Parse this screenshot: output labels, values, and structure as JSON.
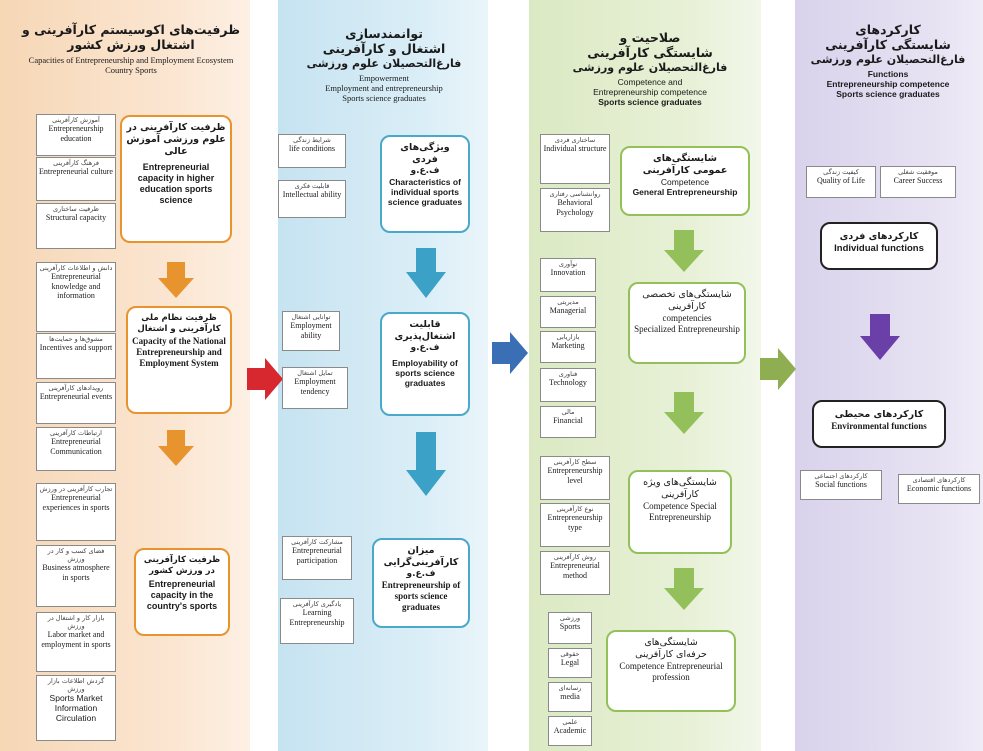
{
  "colors": {
    "orange": "#e8942e",
    "blue": "#4aa9c8",
    "green": "#93c05a",
    "purple": "#6a3fa8",
    "red": "#d7282f",
    "blue_arrow": "#3a6fb5",
    "green_arrow": "#8fae52"
  },
  "col1": {
    "header": {
      "fa": "ظرفیت‌های اکوسیستم کارآفرینی و اشتغال ورزش کشور",
      "en": "Capacities of Entrepreneurship and Employment Ecosystem Country Sports"
    },
    "small": [
      {
        "fa": "آموزش کارآفرینی",
        "en": "Entrepreneurship education"
      },
      {
        "fa": "فرهنگ کارآفرینی",
        "en": "Entrepreneurial culture"
      },
      {
        "fa": "ظرفیت ساختاری",
        "en": "Structural capacity"
      },
      {
        "fa": "دانش و اطلاعات کارآفرینی",
        "en": "Entrepreneurial knowledge and information"
      },
      {
        "fa": "مشوق‌ها و حمایت‌ها",
        "en": "Incentives and support"
      },
      {
        "fa": "رویدادهای کارآفرینی",
        "en": "Entrepreneurial events"
      },
      {
        "fa": "ارتباطات کارآفرینی",
        "en": "Entrepreneurial Communication"
      },
      {
        "fa": "تجارب کارآفرینی در ورزش",
        "en": "Entrepreneurial experiences in sports"
      },
      {
        "fa": "فضای کسب و کار در ورزش",
        "en": "Business atmosphere in sports"
      },
      {
        "fa": "بازار کار و اشتغال در ورزش",
        "en": "Labor market and employment in sports"
      },
      {
        "fa": "گردش اطلاعات بازار ورزش",
        "en": "Sports Market Information Circulation"
      }
    ],
    "big": [
      {
        "fa": "ظرفیت کارآفرینی در علوم ورزشی آموزش عالی",
        "en": "Entrepreneurial capacity in higher education sports science"
      },
      {
        "fa": "ظرفیت نظام ملی کارآفرینی و اشتغال",
        "en": "Capacity of the National Entrepreneurship and Employment System"
      },
      {
        "fa": "ظرفیت کارآفرینی در ورزش کشور",
        "en": "Entrepreneurial capacity in the country's sports"
      }
    ]
  },
  "col2": {
    "header": {
      "fa1": "توانمندسازی",
      "fa2": "اشتغال و کارآفرینی",
      "fa3": "فارغ‌التحصیلان علوم ورزشی",
      "en1": "Empowerment",
      "en2": "Employment and entrepreneurship",
      "en3": "Sports science graduates"
    },
    "small": [
      {
        "fa": "شرایط زندگی",
        "en": "life conditions"
      },
      {
        "fa": "قابلیت فکری",
        "en": "Intellectual ability"
      },
      {
        "fa": "توانایی اشتغال",
        "en": "Employment ability"
      },
      {
        "fa": "تمایل اشتغال",
        "en": "Employment tendency"
      },
      {
        "fa": "مشارکت کارآفرینی",
        "en": "Entrepreneurial participation"
      },
      {
        "fa": "یادگیری کارآفرینی",
        "en": "Learning Entrepreneurship"
      }
    ],
    "big": [
      {
        "fa": "ویژگی‌های فردی",
        "sub": "ف.ع.و",
        "en": "Characteristics of individual sports science graduates"
      },
      {
        "fa": "قابلیت اشتغال‌پذیری",
        "sub": "ف.ع.و",
        "en": "Employability of sports science graduates"
      },
      {
        "fa": "میزان کارآفرینی‌گرایی",
        "sub": "ف.ع.و",
        "en": "Entrepreneurship of sports science graduates"
      }
    ]
  },
  "col3": {
    "header": {
      "fa1": "صلاحیت و",
      "fa2": "شایستگی کارآفرینی",
      "fa3": "فارغ‌التحصیلان علوم ورزشی",
      "en1": "Competence and",
      "en2": "Entrepreneurship competence",
      "en3": "Sports science graduates"
    },
    "small": [
      {
        "fa": "ساختاری فردی",
        "en": "Individual structure"
      },
      {
        "fa": "روانشناسی رفتاری",
        "en": "Behavioral Psychology"
      },
      {
        "fa": "نوآوری",
        "en": "Innovation"
      },
      {
        "fa": "مدیریتی",
        "en": "Managerial"
      },
      {
        "fa": "بازاریابی",
        "en": "Marketing"
      },
      {
        "fa": "فناوری",
        "en": "Technology"
      },
      {
        "fa": "مالی",
        "en": "Financial"
      },
      {
        "fa": "سطح کارآفرینی",
        "en": "Entrepreneurship level"
      },
      {
        "fa": "نوع کارآفرینی",
        "en": "Entrepreneurship type"
      },
      {
        "fa": "روش کارآفرینی",
        "en": "Entrepreneurial method"
      },
      {
        "fa": "ورزشی",
        "en": "Sports"
      },
      {
        "fa": "حقوقی",
        "en": "Legal"
      },
      {
        "fa": "رسانه‌ای",
        "en": "media"
      },
      {
        "fa": "علمی",
        "en": "Academic"
      }
    ],
    "big": [
      {
        "fa": "شایستگی‌های عمومی کارآفرینی",
        "en1": "Competence",
        "en2": "General Entrepreneurship"
      },
      {
        "fa": "شایستگی‌های تخصصی کارآفرینی",
        "en1": "competencies",
        "en2": "Specialized Entrepreneurship"
      },
      {
        "fa": "شایستگی‌های ویژه کارآفرینی",
        "en1": "Competence Special",
        "en2": "Entrepreneurship"
      },
      {
        "fa": "شایستگی‌های حرفه‌ای کارآفرینی",
        "en1": "Competence Entrepreneurial",
        "en2": "profession"
      }
    ]
  },
  "col4": {
    "header": {
      "fa1": "کارکردهای",
      "fa2": "شایستگی کارآفرینی",
      "fa3": "فارغ‌التحصیلان علوم ورزشی",
      "en1": "Functions",
      "en2": "Entrepreneurship competence",
      "en3": "Sports science graduates"
    },
    "small": [
      {
        "fa": "کیفیت زندگی",
        "en": "Quality of Life"
      },
      {
        "fa": "موفقیت شغلی",
        "en": "Career Success"
      },
      {
        "fa": "کارکردهای اجتماعی",
        "en": "Social functions"
      },
      {
        "fa": "کارکردهای اقتصادی",
        "en": "Economic functions"
      }
    ],
    "big": [
      {
        "fa": "کارکردهای فردی",
        "en": "Individual functions"
      },
      {
        "fa": "کارکردهای محیطی",
        "en": "Environmental functions"
      }
    ]
  }
}
